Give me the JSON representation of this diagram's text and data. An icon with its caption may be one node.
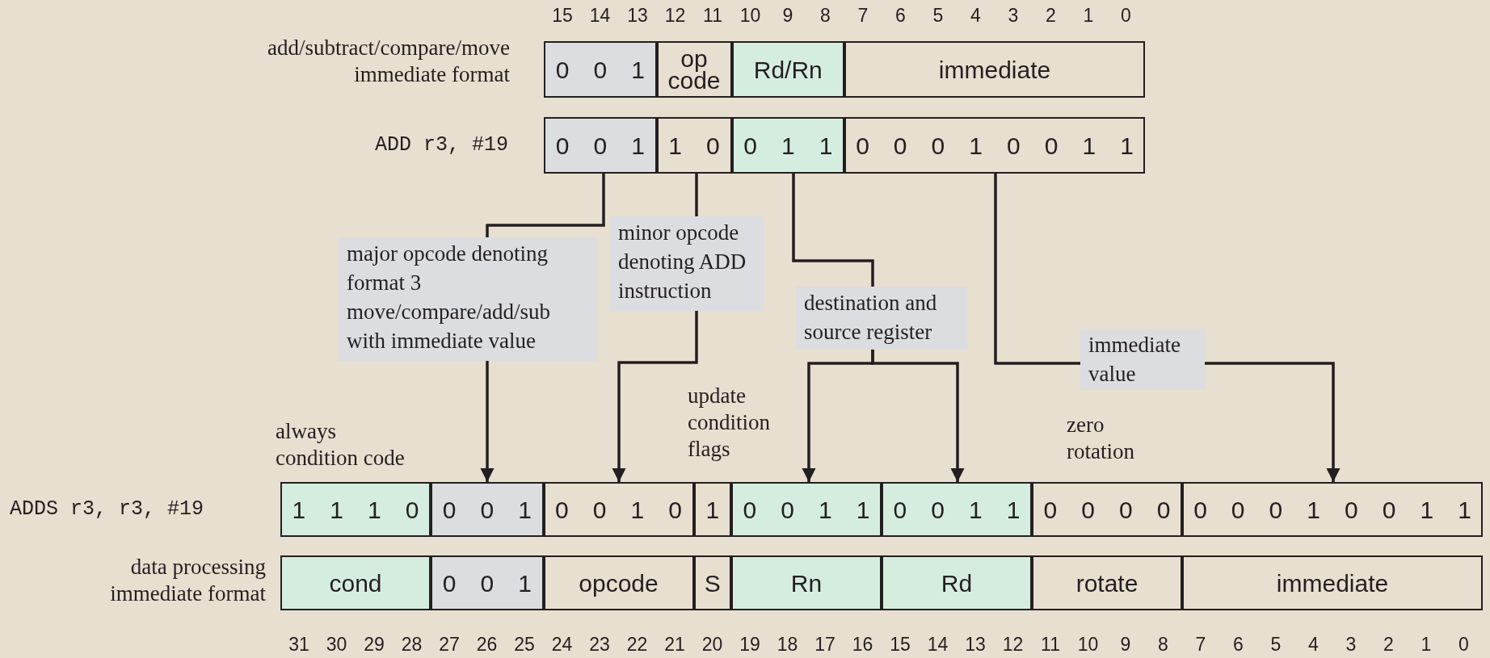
{
  "diagram": {
    "nodes": [
      {
        "text": [
          "0 0 1"
        ]
      },
      {
        "text": [
          "op code"
        ]
      },
      {
        "text": [
          "Rd/Rn"
        ]
      },
      {
        "text": [
          "immediate"
        ]
      },
      {
        "text": [
          "0 0 1"
        ]
      },
      {
        "text": [
          "1 0"
        ]
      },
      {
        "text": [
          "0 1 1"
        ]
      },
      {
        "text": [
          "0 0 0 1 0 0 1 1"
        ]
      },
      {
        "text": [
          "major opcode denoting format 3 move/compare/add/sub with immediate value"
        ]
      },
      {
        "text": [
          "minor opcode denoting ADD instruction"
        ]
      },
      {
        "text": [
          "destination and source register"
        ]
      },
      {
        "text": [
          "immediate value"
        ]
      },
      {
        "text": [
          "1 1 1 0"
        ]
      },
      {
        "text": [
          "0 0 1"
        ]
      },
      {
        "text": [
          "0 0 1 0"
        ]
      },
      {
        "text": [
          "1"
        ]
      },
      {
        "text": [
          "0 0 1 1"
        ]
      },
      {
        "text": [
          "0 0 1 1"
        ]
      },
      {
        "text": [
          "0 0 0 0"
        ]
      },
      {
        "text": [
          "0 0 0 1 0 0 1 1"
        ]
      },
      {
        "text": [
          "cond"
        ]
      },
      {
        "text": [
          "0 0 1"
        ]
      },
      {
        "text": [
          "opcode"
        ]
      },
      {
        "text": [
          "S"
        ]
      },
      {
        "text": [
          "Rn"
        ]
      },
      {
        "text": [
          "Rd"
        ]
      },
      {
        "text": [
          "rotate"
        ]
      },
      {
        "text": [
          "immediate"
        ]
      }
    ],
    "edges": [
      {
        "from": 4,
        "to": 8,
        "arrow": "none"
      },
      {
        "from": 8,
        "to": 13,
        "arrow": "to"
      },
      {
        "from": 5,
        "to": 9,
        "arrow": "none"
      },
      {
        "from": 9,
        "to": 14,
        "arrow": "to"
      },
      {
        "from": 6,
        "to": 10,
        "arrow": "none"
      },
      {
        "from": 10,
        "to": 16,
        "arrow": "to"
      },
      {
        "from": 10,
        "to": 17,
        "arrow": "to"
      },
      {
        "from": 7,
        "to": 11,
        "arrow": "none"
      },
      {
        "from": 11,
        "to": 19,
        "arrow": "to"
      }
    ],
    "labels": [
      "15",
      "14",
      "13",
      "12",
      "11",
      "10",
      "9",
      "8",
      "7",
      "6",
      "5",
      "4",
      "3",
      "2",
      "1",
      "0",
      "add/subtract/compare/move immediate format",
      "ADD r3, #19",
      "update condition flags",
      "always condition code",
      "zero rotation",
      "ADDS r3, r3, #19",
      "data processing immediate format",
      "31",
      "30",
      "29",
      "28",
      "27",
      "26",
      "25",
      "24",
      "23",
      "22",
      "21",
      "20",
      "19",
      "18",
      "17",
      "16",
      "15",
      "14",
      "13",
      "12",
      "11",
      "10",
      "9",
      "8",
      "7",
      "6",
      "5",
      "4",
      "3",
      "2",
      "1",
      "0"
    ]
  }
}
